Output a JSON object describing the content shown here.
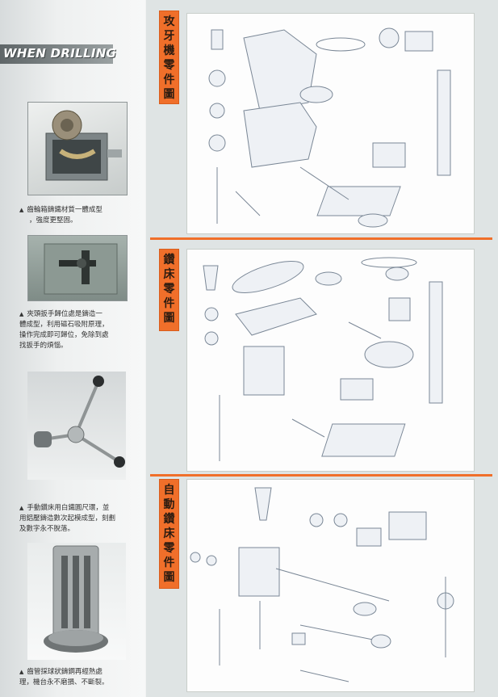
{
  "banner": {
    "text": "WHEN DRILLING"
  },
  "captions": [
    {
      "lines": [
        "齒輪箱鑄鐵材質一體成型",
        "，強度更堅固。"
      ]
    },
    {
      "lines": [
        "夾頭扳手歸位處是鑄造一",
        "體成型，利用磁石吸附原理，",
        "操作完成即可歸位，免除到處",
        "找扳手的煩惱。"
      ]
    },
    {
      "lines": [
        "手動鑽床用白鐵圓尺環，並",
        "用鋁壓鑄造數次起模成型，刻劃",
        "及數字永不脫落。"
      ]
    },
    {
      "lines": [
        "齒管採球狀鑄鋼再經熱處",
        "理，機台永不磨損、不斷裂。"
      ]
    }
  ],
  "panels": [
    {
      "title": [
        "攻",
        "牙",
        "機",
        "零",
        "件",
        "圖"
      ]
    },
    {
      "title": [
        "鑽",
        "床",
        "零",
        "件",
        "圖"
      ]
    },
    {
      "title": [
        "自",
        "動",
        "鑽",
        "床",
        "零",
        "件",
        "圖"
      ]
    }
  ],
  "colors": {
    "accent": "#f06f2a",
    "diagram": "#9aa6b4"
  }
}
